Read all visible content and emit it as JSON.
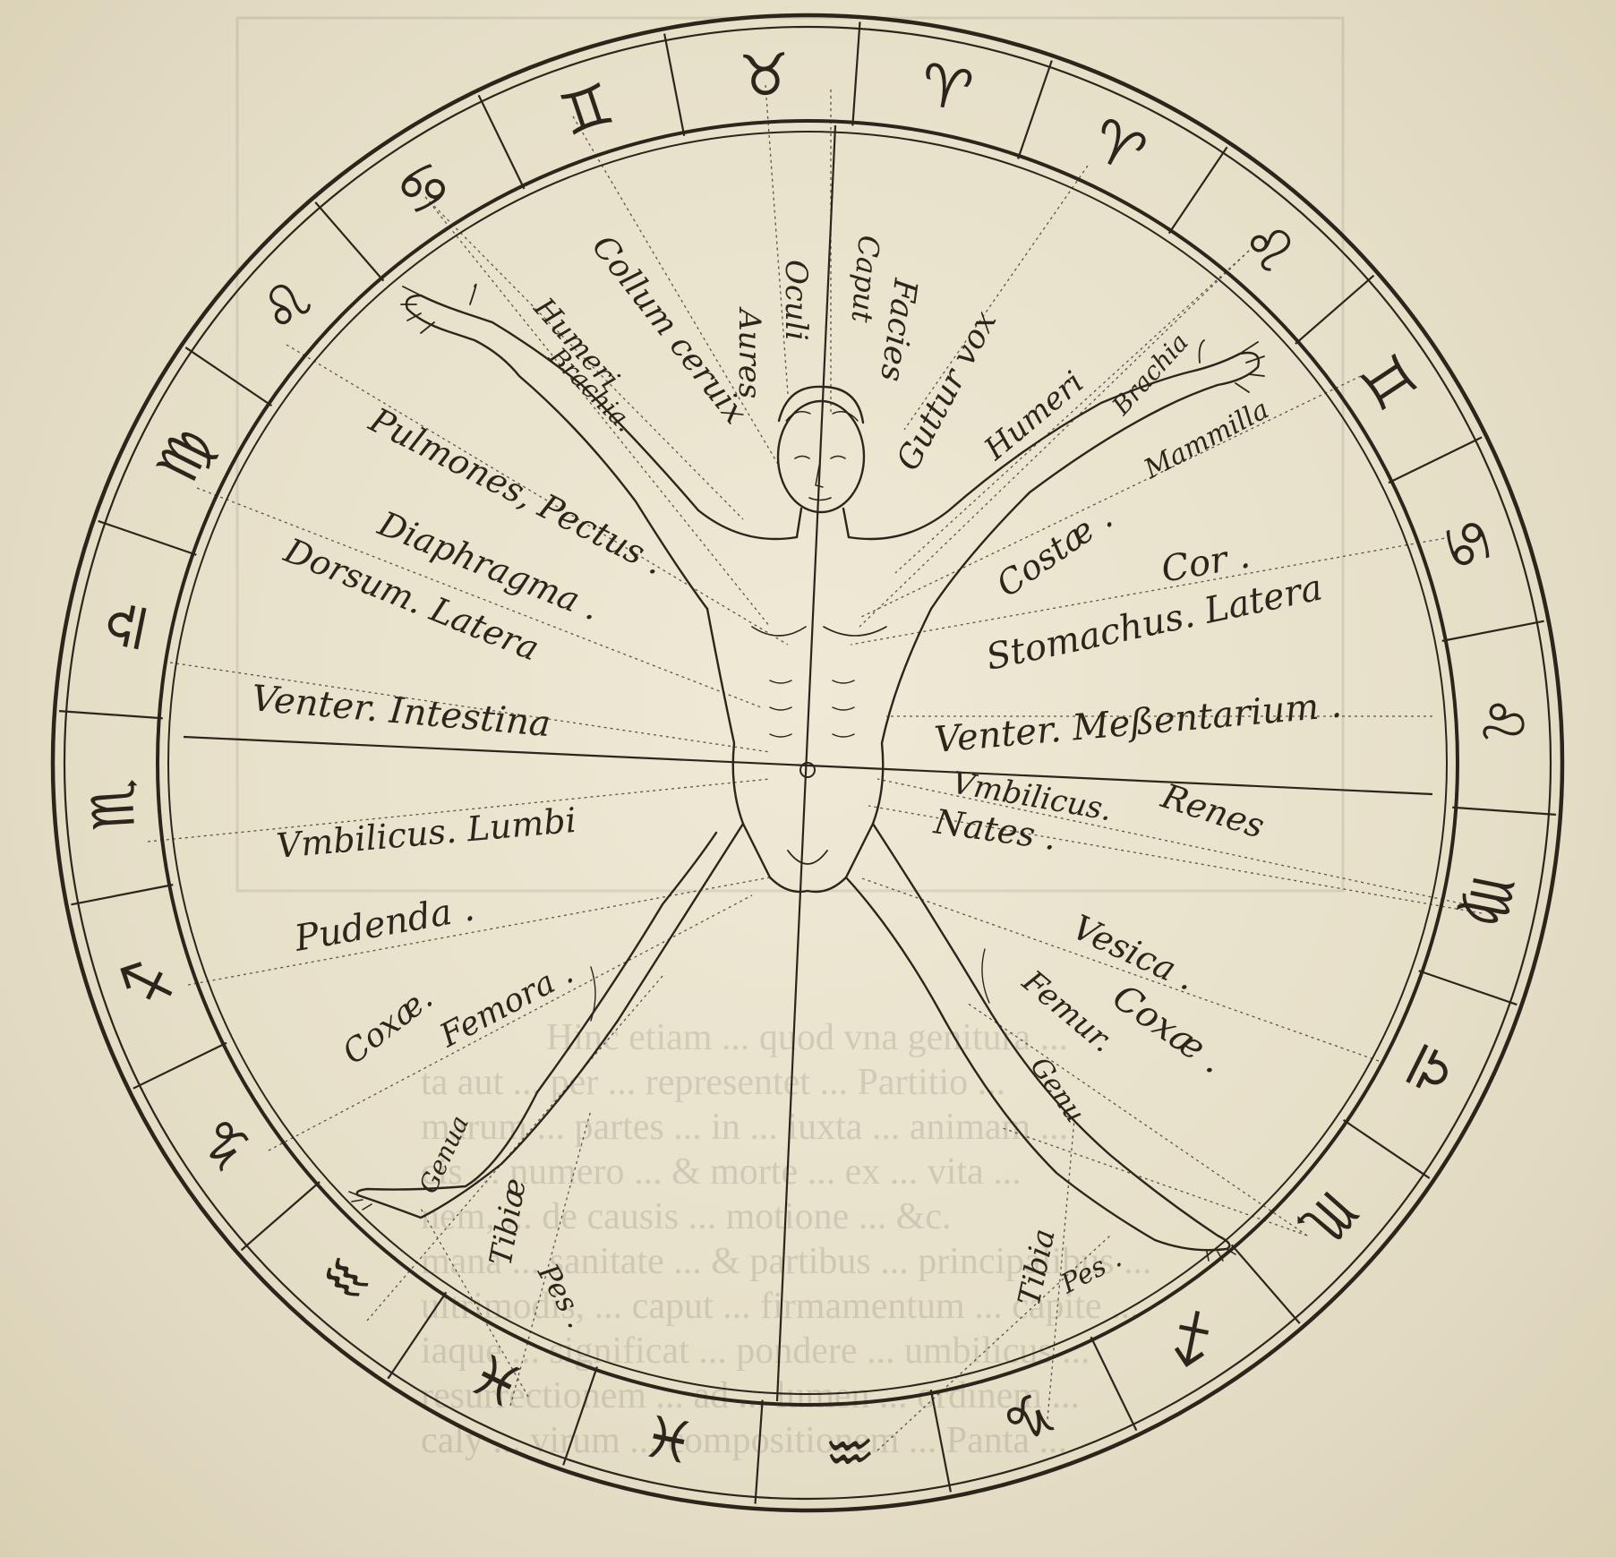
{
  "colors": {
    "paper": "#e9e3cf",
    "ink": "#2b251b",
    "bleed": "#2b251b"
  },
  "zodiac_ring": [
    {
      "name": "aries-icon",
      "glyph": "♈"
    },
    {
      "name": "aries-icon",
      "glyph": "♈"
    },
    {
      "name": "leo-icon",
      "glyph": "♌"
    },
    {
      "name": "gemini-icon",
      "glyph": "♊"
    },
    {
      "name": "cancer-icon",
      "glyph": "♋"
    },
    {
      "name": "leo-icon",
      "glyph": "♌"
    },
    {
      "name": "virgo-icon",
      "glyph": "♍"
    },
    {
      "name": "libra-icon",
      "glyph": "♎"
    },
    {
      "name": "scorpio-icon",
      "glyph": "♏"
    },
    {
      "name": "sagittarius-icon",
      "glyph": "♐"
    },
    {
      "name": "capricorn-icon",
      "glyph": "♑"
    },
    {
      "name": "aquarius-icon",
      "glyph": "♒"
    },
    {
      "name": "pisces-icon",
      "glyph": "♓"
    },
    {
      "name": "pisces-icon",
      "glyph": "♓"
    },
    {
      "name": "aquarius-icon",
      "glyph": "♒"
    },
    {
      "name": "capricorn-icon",
      "glyph": "♑"
    },
    {
      "name": "sagittarius-icon",
      "glyph": "♐"
    },
    {
      "name": "scorpio-icon",
      "glyph": "♏"
    },
    {
      "name": "libra-icon",
      "glyph": "♎"
    },
    {
      "name": "virgo-icon",
      "glyph": "♍"
    },
    {
      "name": "leo-icon",
      "glyph": "♌"
    },
    {
      "name": "cancer-icon",
      "glyph": "♋"
    },
    {
      "name": "gemini-icon",
      "glyph": "♊"
    },
    {
      "name": "taurus-icon",
      "glyph": "♉"
    }
  ],
  "body_labels": {
    "caput": "Caput",
    "oculi": "Oculi",
    "aures": "Aures",
    "facies": "Facies",
    "collum": "Collum ceruix",
    "humeri_l": "Humeri",
    "brachia_l": "Brachia.",
    "gutturvox": "Guttur vox",
    "humeri_r": "Humeri",
    "brachia_r": "Brachia",
    "mammilla": "Mammilla",
    "pulmones": "Pulmones, Pectus .",
    "diaphragma": "Diaphragma .",
    "dorsum": "Dorsum. Latera",
    "costae": "Costæ .",
    "cor": "Cor .",
    "stomachus": "Stomachus. Latera",
    "venter_int": "Venter. Intestina",
    "venter_mes": "Venter. Meßentarium .",
    "vmbilicus_lumbi": "Vmbilicus. Lumbi",
    "vmbilicus_r": "Vmbilicus.",
    "renes": "Renes",
    "nates": "Nates .",
    "pudenda": "Pudenda .",
    "vesica": "Vesica .",
    "coxae_l": "Coxæ.",
    "femora": "Femora .",
    "coxae_r": "Coxæ .",
    "femur": "Femur.",
    "genu": "Genu",
    "genua": "Genua",
    "tibiae": "Tibiæ",
    "pes_l": "Pes .",
    "tibia_r": "Tibia",
    "pes_r": "Pes ."
  },
  "bleed_text": [
    "Hinc etiam ... quod vna genitura ...",
    "ta aut ... per ... representet ... Partitio ...",
    "marum ... partes ... in ... iuxta ... animam ...",
    "cis ... numero ... & morte ... ex ... vita ...",
    "nem, ... de causis ... motione ... &c.",
    "mana ... sanitate ... & partibus ... principalibus ...",
    "ultrimodis, ... caput ... firmamentum ... capite ...",
    "iaque ... significat ... pondere ... umbilicus ...",
    "resurrectionem ... ad ... lumen ... ordinem ...",
    "caly ... virum ... compositionem ... Panta ..."
  ]
}
